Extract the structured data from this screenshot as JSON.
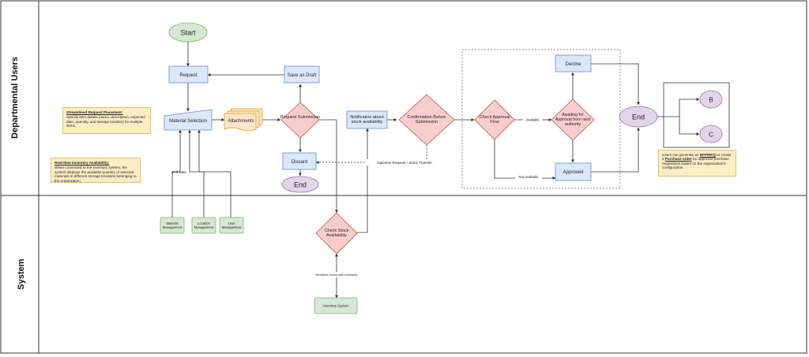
{
  "lanes": {
    "departmental": "Departmental Users",
    "system": "System"
  },
  "nodes": {
    "start": "Start",
    "request": "Request",
    "save_draft": "Save as Draft",
    "material_selection": "Material Selection",
    "attachments": "Attachments",
    "request_submission": "Request Submission",
    "discard": "Discard",
    "end1": "End",
    "notification": "Notification about stock availability",
    "confirmation": "Confirmation Before Submission",
    "check_approval": "Check Approval Flow",
    "awaiting": "Awaiting for Approval from next authority",
    "decline": "Decline",
    "approved": "Approved",
    "end2": "End",
    "b": "B",
    "c": "C",
    "material_mgmt": "Material Management",
    "location_mgmt": "Location Management",
    "user_mgmt": "User Management",
    "check_stock": "Check Stock Availability",
    "inventory_system": "Inventory System"
  },
  "edge_labels": {
    "pull_data": "Pull Data",
    "optimise": "Optimise Request / Stock Transfer",
    "available": "Available",
    "not_available": "Not Available",
    "realtime": "Realtime check with Inventory"
  },
  "notes": {
    "streamlined_title": "Streamlined Request Placement:",
    "streamlined_body": "Specify item details (name, description, expected date, quantity, and storage location) for multiple items.",
    "realtime_title": "Real-time Inventory Availability:",
    "realtime_body": "When connected to the inventory system, the system displays the available quantity of selected materials in different storage locations belonging to the organization.",
    "users_pre": "Users can generate an ",
    "users_rfp": "RFP/RFQ",
    "users_mid": " or create a ",
    "users_po": "Purchase order",
    "users_post": " for approved purchase requisitions based on the organization's configuration."
  },
  "colors": {
    "blue_fill": "#dae8fc",
    "blue_stroke": "#6c8ebf",
    "red_fill": "#f8cecc",
    "red_stroke": "#b85450",
    "green_fill": "#d5e8d4",
    "green_stroke": "#82b366",
    "purple_fill": "#e1d5e7",
    "purple_stroke": "#9673a6",
    "orange_fill": "#ffe6cc",
    "orange_stroke": "#d79b00",
    "note_fill": "#fdedc4"
  }
}
